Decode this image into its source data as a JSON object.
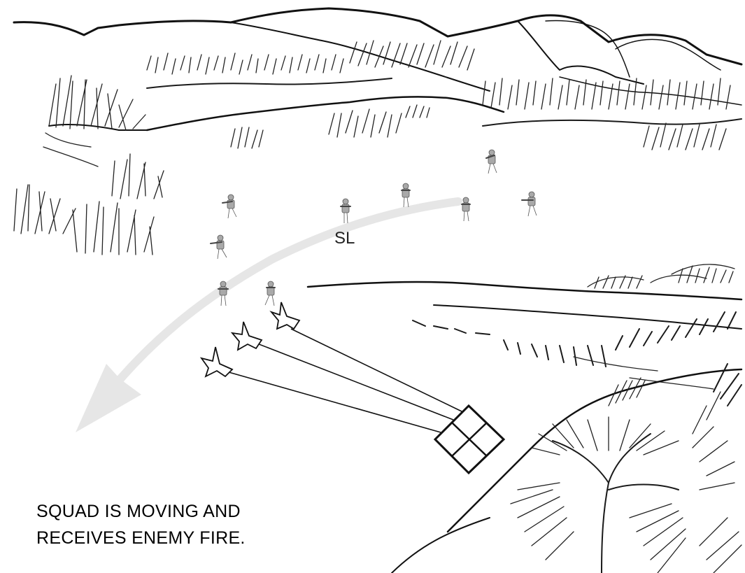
{
  "squad_leader_label": "SL",
  "caption": {
    "line1": "SQUAD IS MOVING AND",
    "line2": "RECEIVES ENEMY FIRE."
  },
  "colors": {
    "ink": "#111111",
    "movement_arrow": "#e6e6e6",
    "soldier": "#a9a9a9",
    "background": "#ffffff"
  },
  "icons": {
    "enemy_position": "enemy-position-icon",
    "muzzle_burst": "muzzle-burst-icon",
    "soldier": "soldier-figure",
    "movement_arrow": "movement-arrow"
  }
}
